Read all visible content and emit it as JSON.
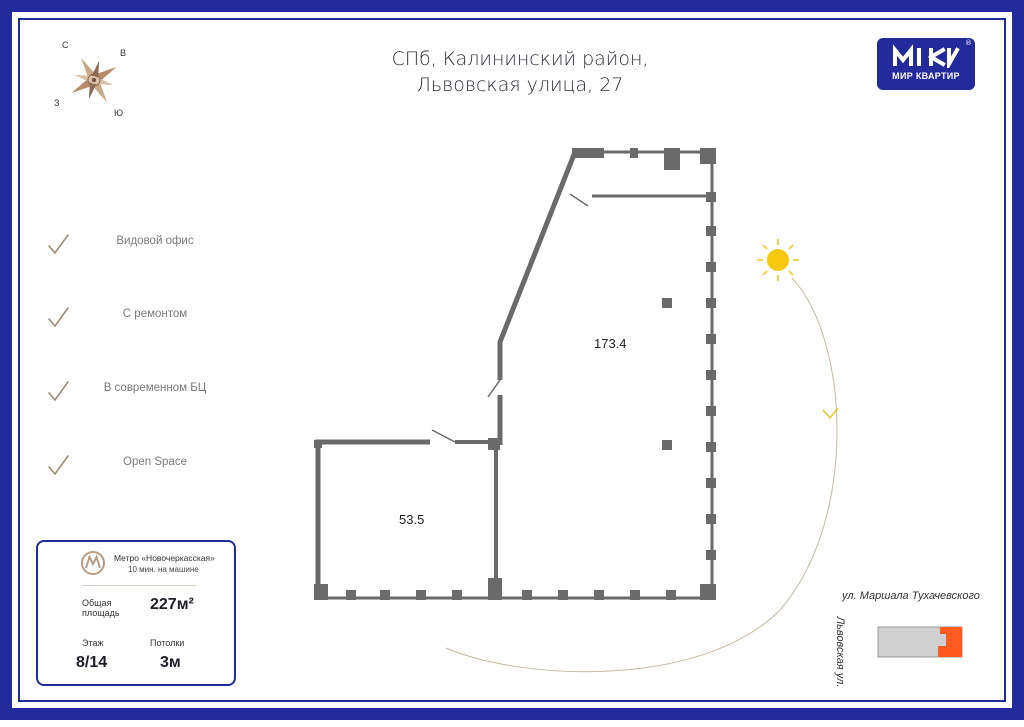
{
  "header": {
    "title_line1": "СПб, Калининский район,",
    "title_line2": "Львовская улица, 27"
  },
  "logo": {
    "mark_icon": "mk-logo-icon",
    "text": "МИР КВАРТИР",
    "reg": "®",
    "color": "#232a9c"
  },
  "compass": {
    "north": "С",
    "east": "В",
    "west": "З",
    "south": "Ю"
  },
  "features": [
    {
      "label": "Видовой офис",
      "icon": "check-icon"
    },
    {
      "label": "С ремонтом",
      "icon": "check-icon"
    },
    {
      "label": "В современном БЦ",
      "icon": "check-icon"
    },
    {
      "label": "Open Space",
      "icon": "check-icon"
    }
  ],
  "info": {
    "metro_icon": "metro-icon",
    "metro_name": "Метро «Новочеркасская»",
    "metro_distance": "10 мин. на машине",
    "area_label_1": "Общая",
    "area_label_2": "площадь",
    "area_value": "227м²",
    "floor_label": "Этаж",
    "floor_value": "8/14",
    "ceiling_label": "Потолки",
    "ceiling_value": "3м"
  },
  "plan": {
    "room_large": "173.4",
    "room_small": "53.5",
    "sun_icon": "sun-icon",
    "moon_icon": "moon-icon",
    "building_accent_color": "#ff5a1f"
  },
  "streets": {
    "street_main": "ул. Маршала Тухачевского",
    "street_side": "Львовская ул."
  }
}
